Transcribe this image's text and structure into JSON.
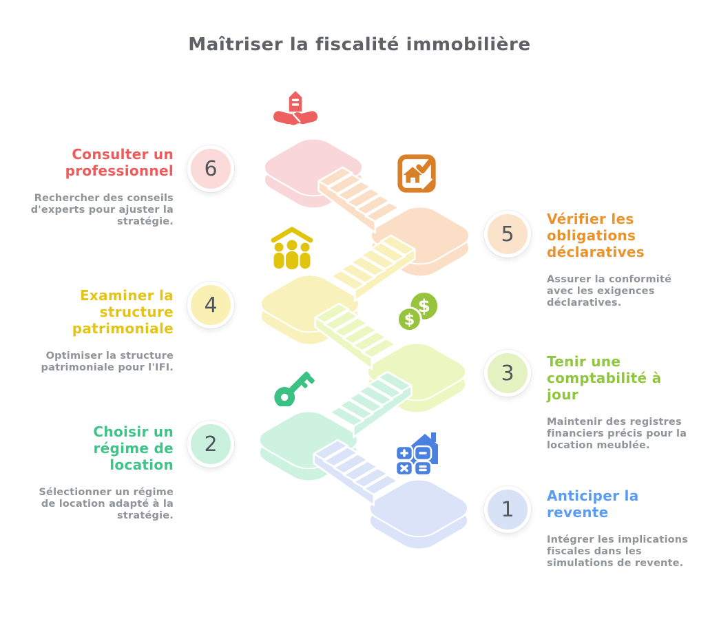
{
  "title": "Maîtriser la fiscalité immobilière",
  "text": {
    "title_color": "#5e6266",
    "description_color": "#8f9499",
    "number_color": "#4f555b"
  },
  "steps": [
    {
      "number": "1",
      "title": "Anticiper la revente",
      "description": "Intégrer les implications fiscales dans les simulations de revente.",
      "accent": "#5b9cf3",
      "circle_fill": "#d8e2f7",
      "platform_fill": "#dae3f8",
      "icon": "calculator-home-icon",
      "icon_color": "#4a80e0"
    },
    {
      "number": "2",
      "title": "Choisir un régime de location",
      "description": "Sélectionner un régime de location adapté à la stratégie.",
      "accent": "#3ec487",
      "circle_fill": "#c9f1de",
      "platform_fill": "#cdf3e0",
      "icon": "key-icon",
      "icon_color": "#3ac183"
    },
    {
      "number": "3",
      "title": "Tenir une comptabilité à jour",
      "description": "Maintenir des registres financiers précis pour la location meublée.",
      "accent": "#8fc63e",
      "circle_fill": "#e3f2c0",
      "platform_fill": "#ebf6c1",
      "icon": "dollar-coins-icon",
      "icon_color": "#97c43c"
    },
    {
      "number": "4",
      "title": "Examiner la structure patrimoniale",
      "description": "Optimiser la structure patrimoniale pour l'IFI.",
      "accent": "#e4c414",
      "circle_fill": "#faf0b3",
      "platform_fill": "#f9f1bb",
      "icon": "family-home-icon",
      "icon_color": "#e0c40e"
    },
    {
      "number": "5",
      "title": "Vérifier les obligations déclaratives",
      "description": "Assurer la conformité avec les exigences déclaratives.",
      "accent": "#e8932e",
      "circle_fill": "#fbe3cb",
      "platform_fill": "#fbdec6",
      "icon": "house-document-check-icon",
      "icon_color": "#d97f28"
    },
    {
      "number": "6",
      "title": "Consulter un professionnel",
      "description": "Rechercher des conseils d'experts pour ajuster la stratégie.",
      "accent": "#ee5b5b",
      "circle_fill": "#fbdada",
      "platform_fill": "#f9d7d9",
      "icon": "handshake-building-icon",
      "icon_color": "#ee5f5f"
    }
  ]
}
